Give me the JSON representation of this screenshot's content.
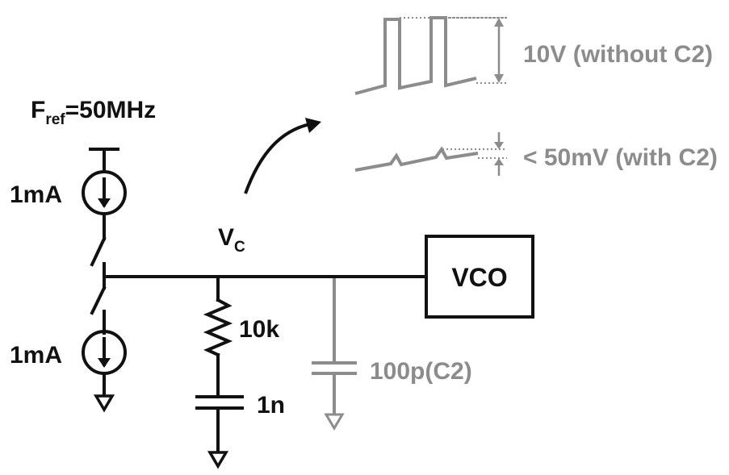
{
  "labels": {
    "fref_main": "F",
    "fref_sub": "ref",
    "fref_value": "=50MHz",
    "current_top": "1mA",
    "current_bottom": "1mA",
    "node_main": "V",
    "node_sub": "C",
    "resistor": "10k",
    "capacitor": "1n",
    "cap2": "100p(C2)",
    "vco": "VCO",
    "wave_without": "10V (without C2)",
    "wave_with": "< 50mV (with C2)"
  },
  "colors": {
    "circuit": "#111111",
    "annotation": "#8c8c8c"
  }
}
